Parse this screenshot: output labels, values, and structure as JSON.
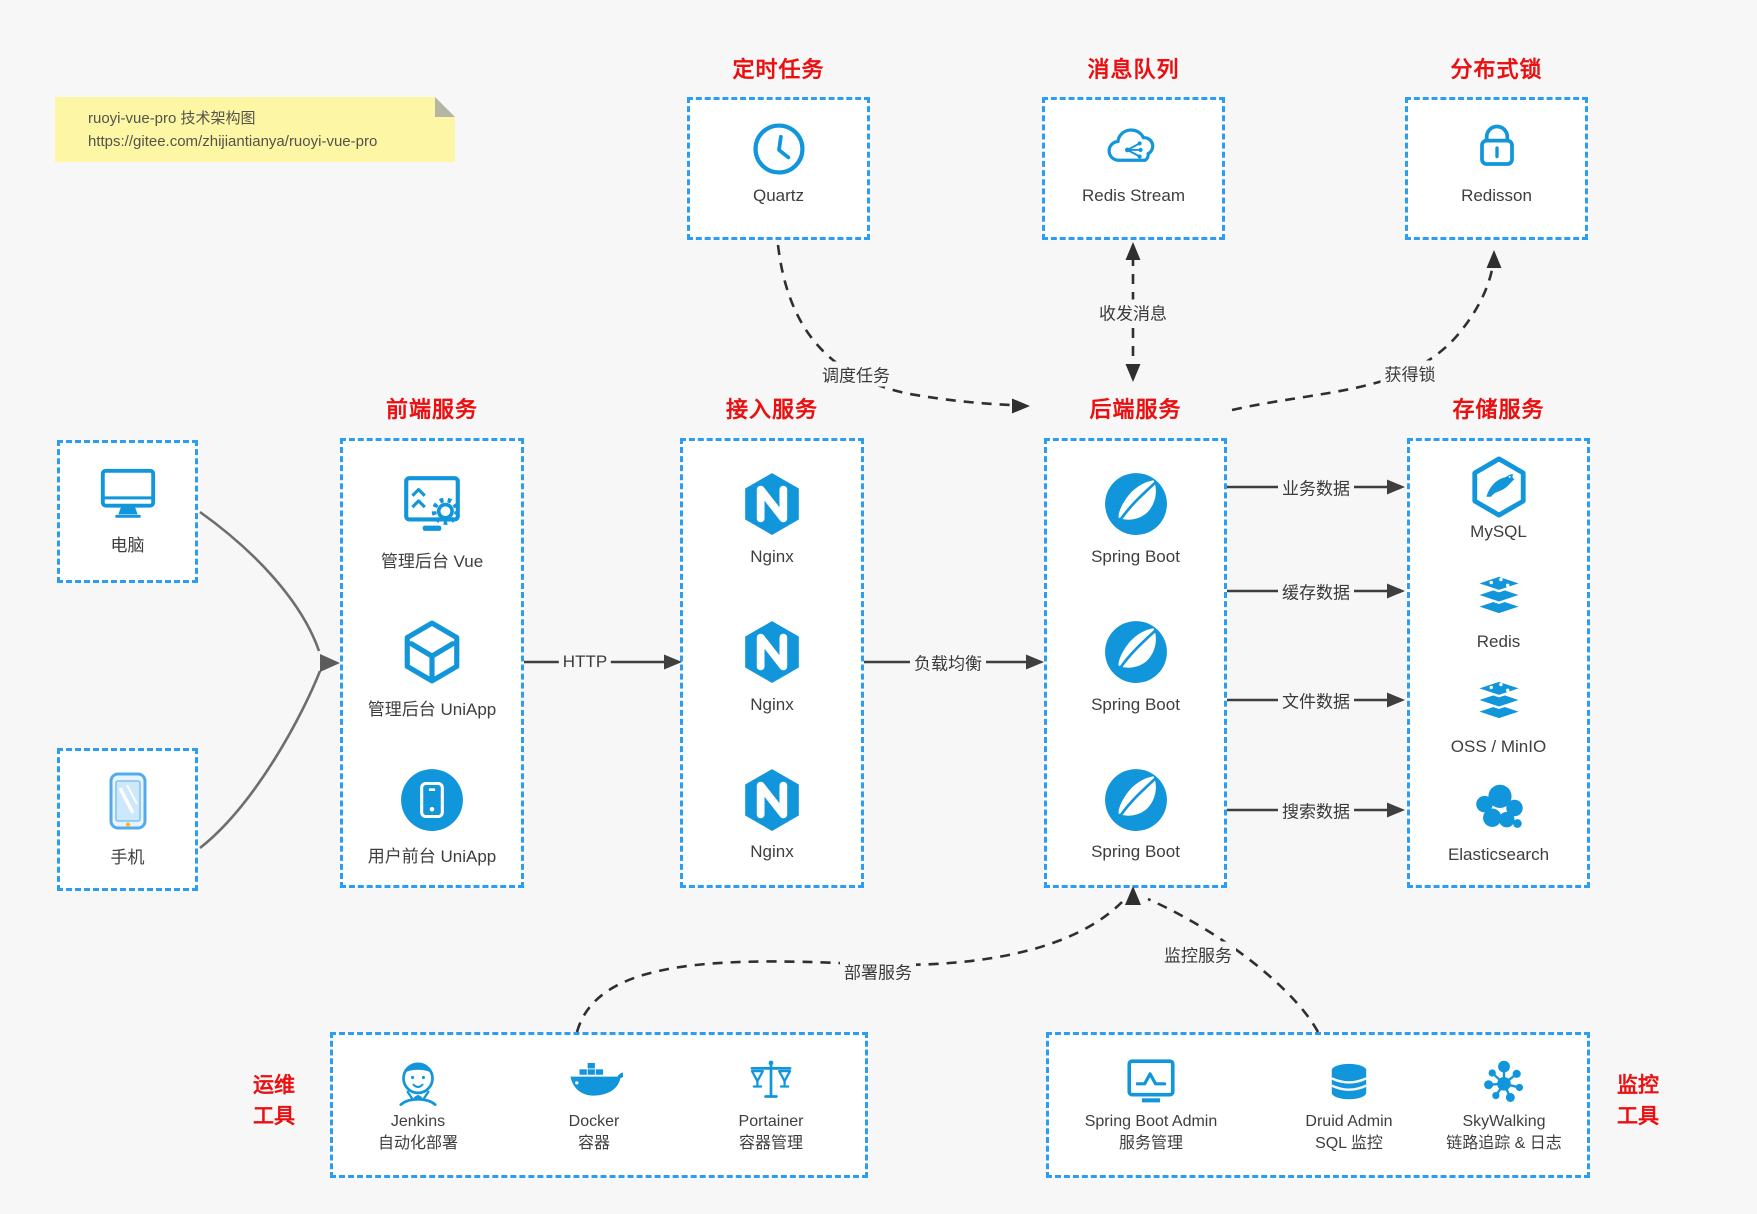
{
  "note": {
    "title": "ruoyi-vue-pro 技术架构图",
    "url": "https://gitee.com/zhijiantianya/ruoyi-vue-pro"
  },
  "colors": {
    "icon_blue": "#1296db",
    "border_blue": "#2b9df3",
    "title_red": "#ea0f10",
    "background": "#f7f7f7",
    "note_yellow": "#fcf6a5",
    "line_dark": "#3f3f3f"
  },
  "top_groups": [
    {
      "title": "定时任务",
      "item": {
        "icon": "clock-icon",
        "label": "Quartz"
      }
    },
    {
      "title": "消息队列",
      "item": {
        "icon": "cloud-mq-icon",
        "label": "Redis Stream"
      }
    },
    {
      "title": "分布式锁",
      "item": {
        "icon": "lock-icon",
        "label": "Redisson"
      }
    }
  ],
  "clients": [
    {
      "icon": "desktop-icon",
      "label": "电脑"
    },
    {
      "icon": "mobile-icon",
      "label": "手机"
    }
  ],
  "service_columns": [
    {
      "title": "前端服务",
      "items": [
        {
          "icon": "admin-vue-icon",
          "label": "管理后台 Vue"
        },
        {
          "icon": "uniapp-cube-icon",
          "label": "管理后台 UniApp"
        },
        {
          "icon": "user-app-icon",
          "label": "用户前台 UniApp"
        }
      ]
    },
    {
      "title": "接入服务",
      "items": [
        {
          "icon": "nginx-icon",
          "label": "Nginx"
        },
        {
          "icon": "nginx-icon",
          "label": "Nginx"
        },
        {
          "icon": "nginx-icon",
          "label": "Nginx"
        }
      ]
    },
    {
      "title": "后端服务",
      "items": [
        {
          "icon": "spring-boot-icon",
          "label": "Spring Boot"
        },
        {
          "icon": "spring-boot-icon",
          "label": "Spring Boot"
        },
        {
          "icon": "spring-boot-icon",
          "label": "Spring Boot"
        }
      ]
    },
    {
      "title": "存储服务",
      "items": [
        {
          "icon": "mysql-icon",
          "label": "MySQL"
        },
        {
          "icon": "redis-stack-icon",
          "label": "Redis"
        },
        {
          "icon": "storage-stack-icon",
          "label": "OSS / MinIO"
        },
        {
          "icon": "elasticsearch-icon",
          "label": "Elasticsearch"
        }
      ]
    }
  ],
  "bottom_groups": [
    {
      "side_label_line1": "运维",
      "side_label_line2": "工具",
      "items": [
        {
          "icon": "jenkins-icon",
          "label": "Jenkins",
          "sublabel": "自动化部署"
        },
        {
          "icon": "docker-icon",
          "label": "Docker",
          "sublabel": "容器"
        },
        {
          "icon": "portainer-icon",
          "label": "Portainer",
          "sublabel": "容器管理"
        }
      ]
    },
    {
      "side_label_line1": "监控",
      "side_label_line2": "工具",
      "items": [
        {
          "icon": "sba-icon",
          "label": "Spring Boot Admin",
          "sublabel": "服务管理"
        },
        {
          "icon": "druid-icon",
          "label": "Druid Admin",
          "sublabel": "SQL 监控"
        },
        {
          "icon": "skywalking-icon",
          "label": "SkyWalking",
          "sublabel": "链路追踪 & 日志"
        }
      ]
    }
  ],
  "edge_labels": {
    "http": "HTTP",
    "load_balance": "负载均衡",
    "schedule_task": "调度任务",
    "send_receive_message": "收发消息",
    "acquire_lock": "获得锁",
    "business_data": "业务数据",
    "cache_data": "缓存数据",
    "file_data": "文件数据",
    "search_data": "搜索数据",
    "deploy_service": "部署服务",
    "monitor_service": "监控服务"
  }
}
